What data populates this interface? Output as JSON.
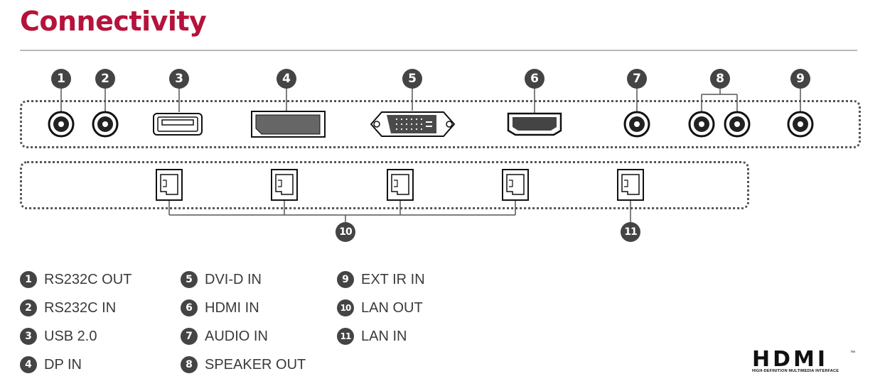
{
  "title": "Connectivity",
  "ports": [
    {
      "num": "1",
      "label": "RS232C OUT",
      "icon": "round-jack-icon"
    },
    {
      "num": "2",
      "label": "RS232C IN",
      "icon": "round-jack-icon"
    },
    {
      "num": "3",
      "label": "USB 2.0",
      "icon": "usb-port-icon"
    },
    {
      "num": "4",
      "label": "DP IN",
      "icon": "displayport-icon"
    },
    {
      "num": "5",
      "label": "DVI-D IN",
      "icon": "dvi-port-icon"
    },
    {
      "num": "6",
      "label": "HDMI IN",
      "icon": "hdmi-port-icon"
    },
    {
      "num": "7",
      "label": "AUDIO IN",
      "icon": "round-jack-icon"
    },
    {
      "num": "8",
      "label": "SPEAKER OUT",
      "icon": "round-jack-icon"
    },
    {
      "num": "9",
      "label": "EXT IR IN",
      "icon": "round-jack-icon"
    },
    {
      "num": "10",
      "label": "LAN OUT",
      "icon": "rj45-port-icon"
    },
    {
      "num": "11",
      "label": "LAN IN",
      "icon": "rj45-port-icon"
    }
  ],
  "logo": {
    "text": "HDMI",
    "tm": "™",
    "subtitle": "HIGH-DEFINITION MULTIMEDIA INTERFACE"
  },
  "colors": {
    "title": "#b5133b",
    "badge": "#444444",
    "line": "#555555",
    "rule": "#b9b9b9"
  }
}
